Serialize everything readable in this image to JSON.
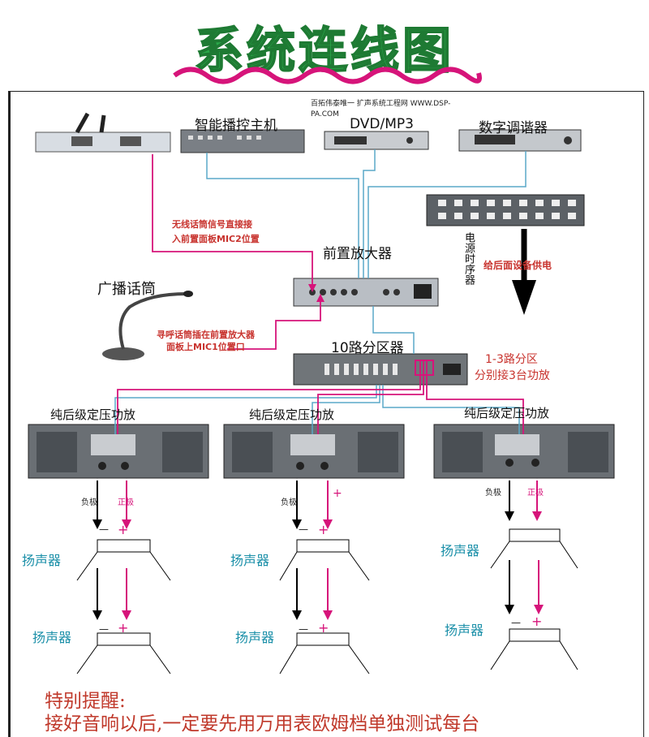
{
  "title": "系统连线图",
  "source_note": "百拓伟泰唯一 扩声系统工程网 WWW.DSP-PA.COM",
  "devices": {
    "host": "智能播控主机",
    "dvd": "DVD/MP3",
    "tuner": "数字调谐器",
    "power_sequencer": "电源时序器",
    "preamp": "前置放大器",
    "paging_mic": "广播话筒",
    "zone_splitter": "10路分区器",
    "amp_1": "纯后级定压功放",
    "amp_2": "纯后级定压功放",
    "amp_3": "纯后级定压功放"
  },
  "notes": {
    "wireless_mic_line1": "无线话筒信号直接接",
    "wireless_mic_line2": "入前置面板MIC2位置",
    "paging_line1": "寻呼话筒插在前置放大器",
    "paging_line2": "面板上MIC1位置口",
    "power_supply": "给后面设备供电",
    "zones_line1": "1-3路分区",
    "zones_line2": "分别接3台功放"
  },
  "polarity": {
    "negative_label": "负极",
    "positive_label": "正极",
    "minus": "—",
    "plus": "+"
  },
  "speakers": {
    "label": "扬声器"
  },
  "warning": {
    "heading": "特别提醒:",
    "line1": "接好音响以后,一定要先用万用表欧姆档单独测试每台"
  },
  "colors": {
    "title_green": "#2aa84a",
    "wave_magenta": "#d6147a",
    "wire_magenta": "#d6147a",
    "wire_cyan": "#5aa8c8",
    "note_red": "#c8332e",
    "speaker_label_cyan": "#1a8fa8"
  }
}
